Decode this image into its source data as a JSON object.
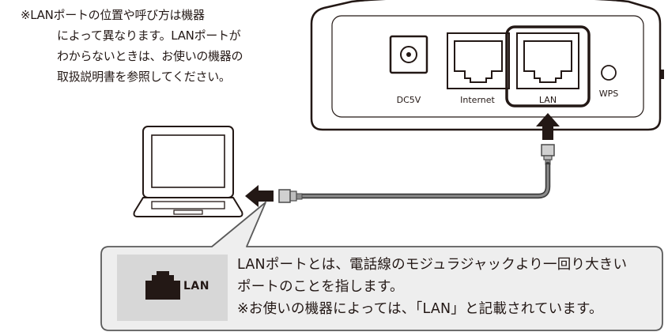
{
  "note": {
    "lines": [
      "※LANポートの位置や呼び方は機器",
      "によって異なります。LANポートが",
      "わからないときは、お使いの機器の",
      "取扱説明書を参照してください。"
    ]
  },
  "router": {
    "ports": {
      "dc": "DC5V",
      "internet": "Internet",
      "lan": "LAN",
      "wps": "WPS"
    }
  },
  "callout": {
    "icon_label": "LAN",
    "lines": [
      "LANポートとは、電話線のモジュラジャックより一回り大きい",
      "ポートのことを指します。",
      "※お使いの機器によっては、「LAN」と記載されています。"
    ]
  },
  "colors": {
    "line": "#231815",
    "cable_gray": "#8c8c8c",
    "callout_bg": "#eeeeee",
    "icon_bg": "#d7d7d7"
  }
}
